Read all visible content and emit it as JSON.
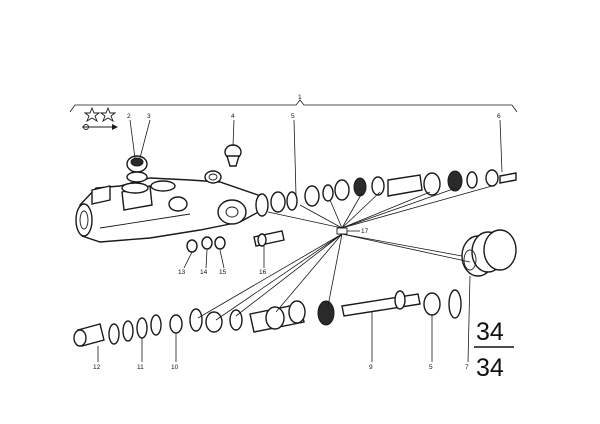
{
  "diagram": {
    "callouts": {
      "c1": "1",
      "c2": "2",
      "c3": "3",
      "c4": "4",
      "c5_top": "5",
      "c6": "6",
      "c17": "17",
      "c13": "13",
      "c14": "14",
      "c15": "15",
      "c16": "16",
      "c12": "12",
      "c11": "11",
      "c10": "10",
      "c9": "9",
      "c5_bottom": "5",
      "c7": "7"
    },
    "group_badge": {
      "numerator": "34",
      "denominator": "34"
    }
  }
}
